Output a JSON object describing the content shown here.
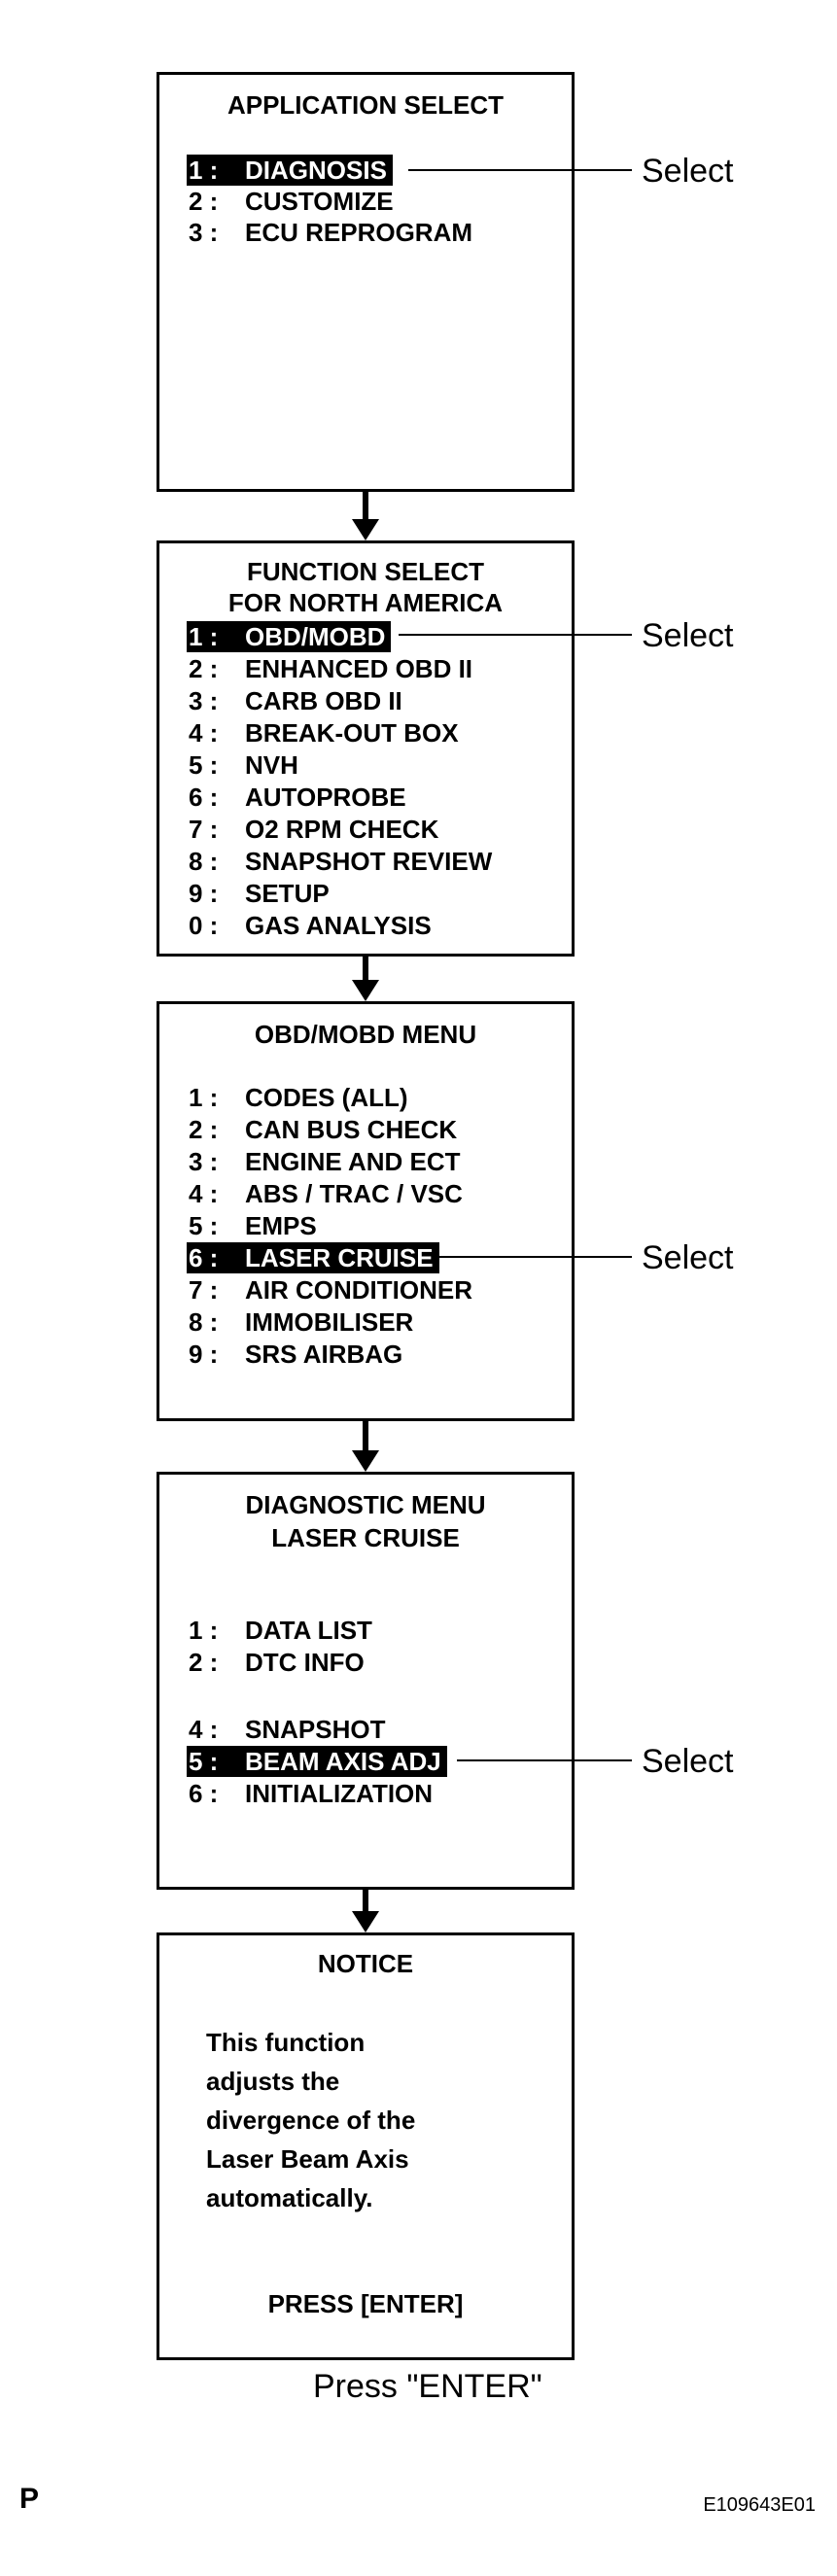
{
  "screens": {
    "application_select": {
      "title": "APPLICATION SELECT",
      "items": [
        {
          "num": "1 :",
          "label": "DIAGNOSIS"
        },
        {
          "num": "2 :",
          "label": "CUSTOMIZE"
        },
        {
          "num": "3 :",
          "label": "ECU REPROGRAM"
        }
      ]
    },
    "function_select": {
      "title_line1": "FUNCTION SELECT",
      "title_line2": "FOR NORTH AMERICA",
      "items": [
        {
          "num": "1 :",
          "label": "OBD/MOBD"
        },
        {
          "num": "2 :",
          "label": "ENHANCED OBD II"
        },
        {
          "num": "3 :",
          "label": "CARB OBD II"
        },
        {
          "num": "4 :",
          "label": "BREAK-OUT BOX"
        },
        {
          "num": "5 :",
          "label": "NVH"
        },
        {
          "num": "6 :",
          "label": "AUTOPROBE"
        },
        {
          "num": "7 :",
          "label": "O2 RPM CHECK"
        },
        {
          "num": "8 :",
          "label": "SNAPSHOT REVIEW"
        },
        {
          "num": "9 :",
          "label": "SETUP"
        },
        {
          "num": "0 :",
          "label": "GAS ANALYSIS"
        }
      ]
    },
    "obd_menu": {
      "title": "OBD/MOBD MENU",
      "items": [
        {
          "num": "1 :",
          "label": "CODES (ALL)"
        },
        {
          "num": "2 :",
          "label": "CAN BUS CHECK"
        },
        {
          "num": "3 :",
          "label": "ENGINE AND ECT"
        },
        {
          "num": "4 :",
          "label": "ABS / TRAC / VSC"
        },
        {
          "num": "5 :",
          "label": "EMPS"
        },
        {
          "num": "6 :",
          "label": "LASER CRUISE"
        },
        {
          "num": "7 :",
          "label": "AIR CONDITIONER"
        },
        {
          "num": "8 :",
          "label": "IMMOBILISER"
        },
        {
          "num": "9 :",
          "label": "SRS AIRBAG"
        }
      ]
    },
    "diagnostic_menu": {
      "title_line1": "DIAGNOSTIC MENU",
      "title_line2": "LASER CRUISE",
      "items": [
        {
          "num": "1 :",
          "label": "DATA LIST"
        },
        {
          "num": "2 :",
          "label": "DTC INFO"
        },
        {
          "num": "4 :",
          "label": "SNAPSHOT"
        },
        {
          "num": "5 :",
          "label": "BEAM AXIS ADJ"
        },
        {
          "num": "6 :",
          "label": "INITIALIZATION"
        }
      ]
    },
    "notice": {
      "title": "NOTICE",
      "lines": [
        "This function",
        "adjusts the",
        "divergence of the",
        "Laser Beam Axis",
        "automatically."
      ],
      "press": "PRESS [ENTER]"
    }
  },
  "callouts": {
    "select": "Select",
    "press_enter": "Press \"ENTER\""
  },
  "footer": {
    "p_mark": "P",
    "figure_code": "E109643E01"
  }
}
